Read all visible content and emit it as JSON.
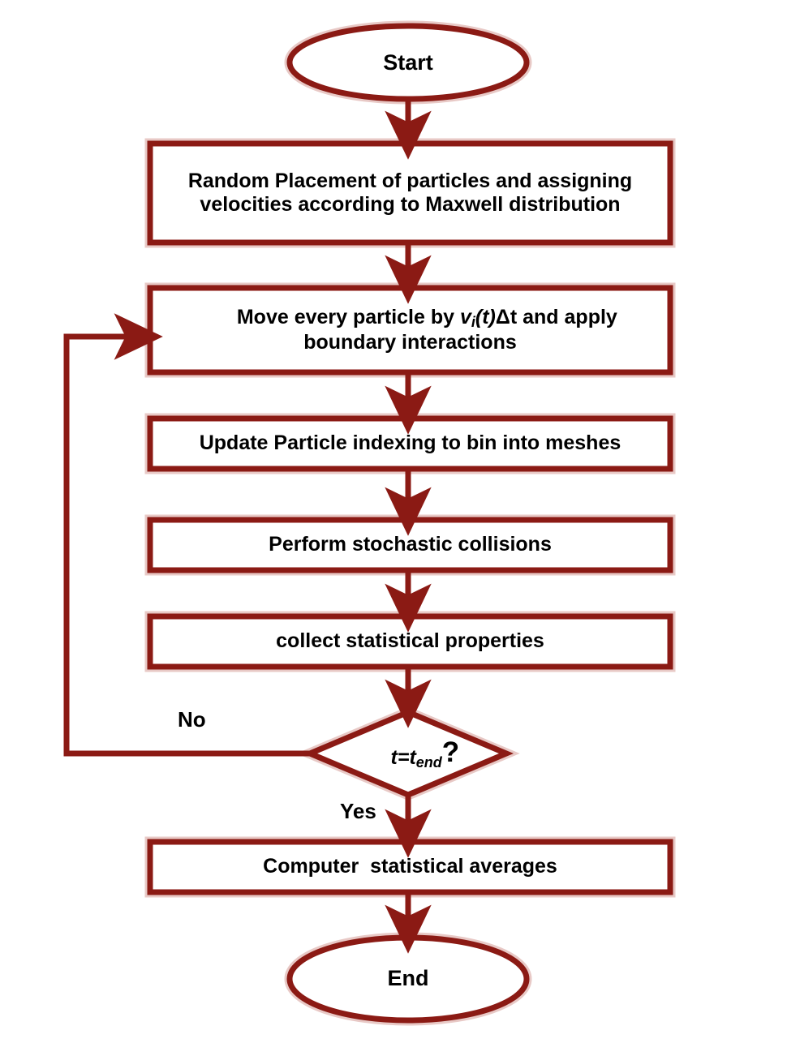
{
  "diagram": {
    "title": "DSMC particle simulation flowchart",
    "colors": {
      "stroke": "#8B1A14",
      "stroke_halo": "#E8C9C6",
      "text": "#000000",
      "background": "#FFFFFF"
    },
    "nodes": [
      {
        "id": "start",
        "shape": "ellipse",
        "label": "Start"
      },
      {
        "id": "random-placement",
        "shape": "process",
        "label": "Random Placement of particles and assigning velocities according to Maxwell distribution"
      },
      {
        "id": "move-particles",
        "shape": "process",
        "label_parts": {
          "before": "Move every particle by ",
          "symbol": "v",
          "subscript": "i",
          "after_symbol": "(t)",
          "delta": "Δt",
          "after": " and apply boundary interactions"
        },
        "label": "Move every particle by vi(t)Δt and apply boundary interactions"
      },
      {
        "id": "update-indexing",
        "shape": "process",
        "label": "Update Particle indexing to bin into meshes"
      },
      {
        "id": "stochastic-collisions",
        "shape": "process",
        "label": "Perform stochastic collisions"
      },
      {
        "id": "collect-statistics",
        "shape": "process",
        "label": "collect statistical properties"
      },
      {
        "id": "time-check",
        "shape": "diamond",
        "label_parts": {
          "expression": "t=t",
          "subscript": "end",
          "question": "?"
        },
        "label": "t=t_end ?"
      },
      {
        "id": "compute-averages",
        "shape": "process",
        "label": "Computer  statistical averages"
      },
      {
        "id": "end",
        "shape": "ellipse",
        "label": "End"
      }
    ],
    "edges": [
      {
        "id": "start-to-random",
        "from": "start",
        "to": "random-placement",
        "label": ""
      },
      {
        "id": "random-to-move",
        "from": "random-placement",
        "to": "move-particles",
        "label": ""
      },
      {
        "id": "move-to-update",
        "from": "move-particles",
        "to": "update-indexing",
        "label": ""
      },
      {
        "id": "update-to-collisions",
        "from": "update-indexing",
        "to": "stochastic-collisions",
        "label": ""
      },
      {
        "id": "collisions-to-collect",
        "from": "stochastic-collisions",
        "to": "collect-statistics",
        "label": ""
      },
      {
        "id": "collect-to-decision",
        "from": "collect-statistics",
        "to": "time-check",
        "label": ""
      },
      {
        "id": "decision-no-loop",
        "from": "time-check",
        "to": "move-particles",
        "label": "No"
      },
      {
        "id": "decision-yes",
        "from": "time-check",
        "to": "compute-averages",
        "label": "Yes"
      },
      {
        "id": "averages-to-end",
        "from": "compute-averages",
        "to": "end",
        "label": ""
      }
    ],
    "branch_labels": {
      "no": "No",
      "yes": "Yes"
    }
  }
}
